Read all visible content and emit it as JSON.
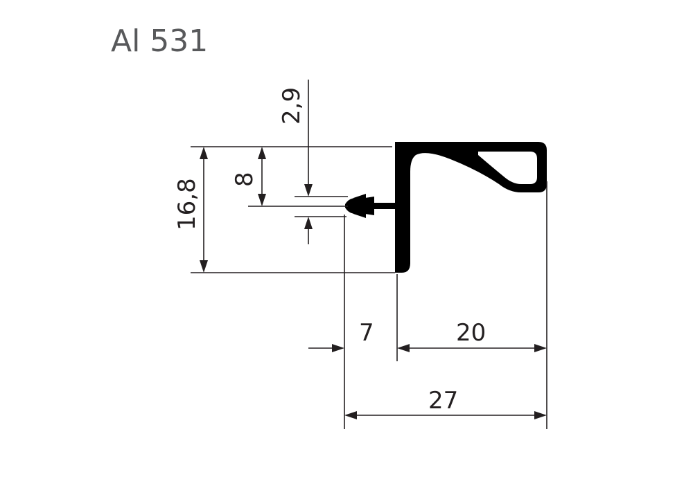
{
  "title": "Al 531",
  "dimensions": {
    "top_gap": "2,9",
    "seal_offset": "8",
    "total_height": "16,8",
    "lip_width": "7",
    "body_width": "20",
    "total_width": "27"
  },
  "colors": {
    "profile": "#000000",
    "lines": "#231f20",
    "title": "#58595b"
  }
}
